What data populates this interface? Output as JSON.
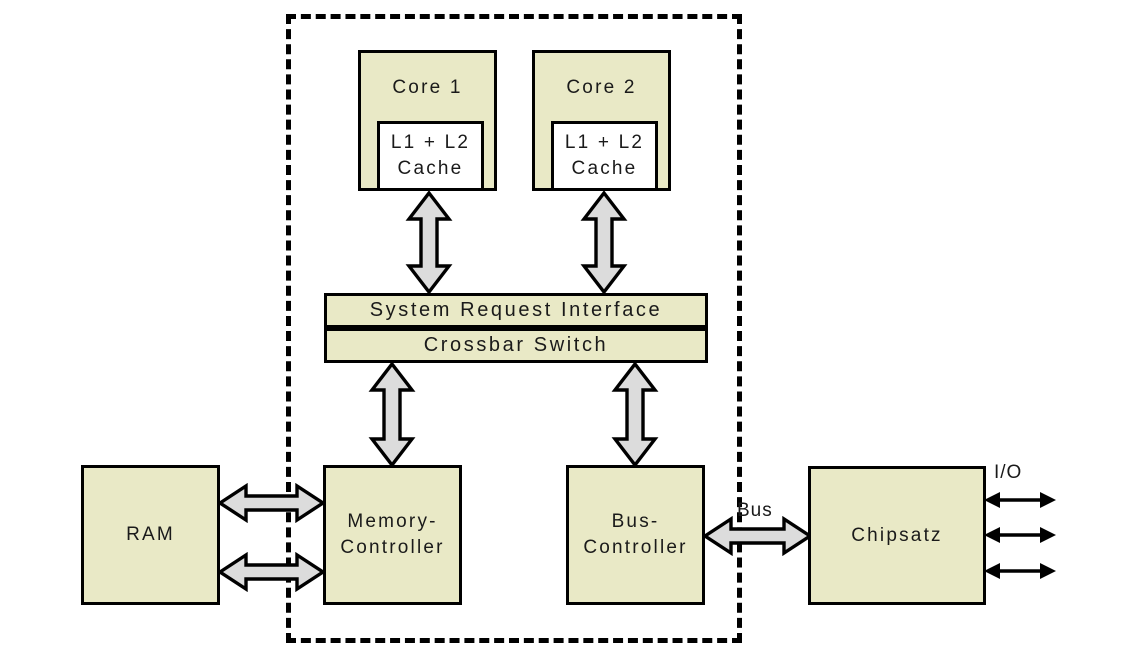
{
  "diagram": {
    "title": "Dual-core CPU block diagram",
    "colors": {
      "box_fill": "#e9e9c6",
      "cache_fill": "#ffffff",
      "arrow_fill": "#dcdcdc",
      "stroke": "#000000",
      "background": "#ffffff"
    }
  },
  "die": {
    "name": "cpu-die-boundary",
    "style": "dashed"
  },
  "cores": [
    {
      "title": "Core 1",
      "cache": "L1 + L2\nCache"
    },
    {
      "title": "Core 2",
      "cache": "L1 + L2\nCache"
    }
  ],
  "interconnect": {
    "system_request_interface": "System Request Interface",
    "crossbar_switch": "Crossbar Switch"
  },
  "blocks": {
    "ram": "RAM",
    "memory_controller": "Memory-\nController",
    "bus_controller": "Bus-\nController",
    "chipset": "Chipsatz"
  },
  "labels": {
    "bus": "Bus",
    "io": "I/O"
  },
  "connections": [
    {
      "name": "core1-to-sri",
      "orientation": "vertical",
      "bidirectional": true
    },
    {
      "name": "core2-to-sri",
      "orientation": "vertical",
      "bidirectional": true
    },
    {
      "name": "crossbar-to-memory-controller",
      "orientation": "vertical",
      "bidirectional": true
    },
    {
      "name": "crossbar-to-bus-controller",
      "orientation": "vertical",
      "bidirectional": true
    },
    {
      "name": "ram-to-memory-controller-upper",
      "orientation": "horizontal",
      "bidirectional": true
    },
    {
      "name": "ram-to-memory-controller-lower",
      "orientation": "horizontal",
      "bidirectional": true
    },
    {
      "name": "bus-controller-to-chipset",
      "orientation": "horizontal",
      "bidirectional": true
    },
    {
      "name": "chipset-io-1",
      "orientation": "horizontal",
      "bidirectional": true
    },
    {
      "name": "chipset-io-2",
      "orientation": "horizontal",
      "bidirectional": true
    },
    {
      "name": "chipset-io-3",
      "orientation": "horizontal",
      "bidirectional": true
    }
  ]
}
